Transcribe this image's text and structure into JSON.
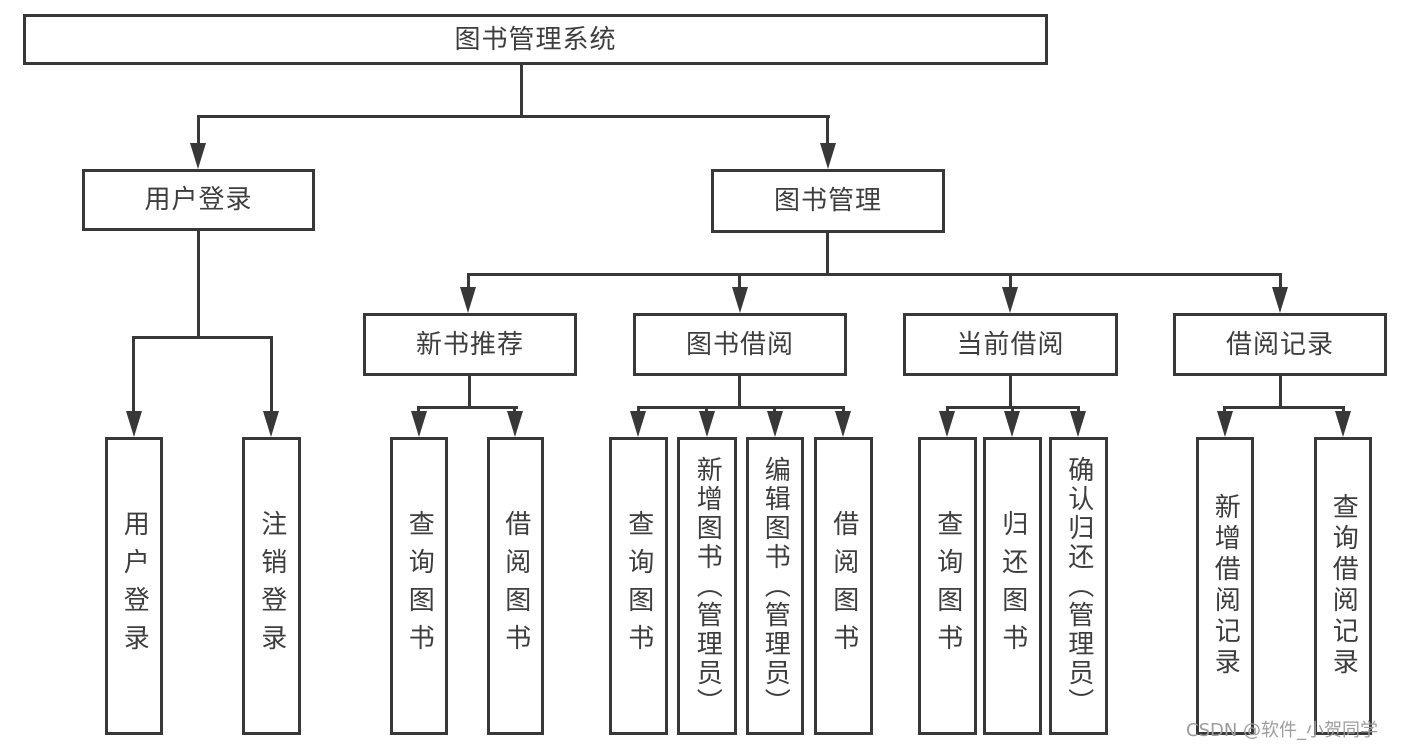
{
  "diagram": {
    "colors": {
      "line": "#383838",
      "text": "#3d3d3d",
      "watermark": "#9d9d9d",
      "background": "#ffffff"
    },
    "watermark": "CSDN @软件_小贺同学",
    "tree": {
      "label": "图书管理系统",
      "children": [
        {
          "label": "用户登录",
          "children": [
            {
              "label": "用户登录"
            },
            {
              "label": "注销登录"
            }
          ]
        },
        {
          "label": "图书管理",
          "children": [
            {
              "label": "新书推荐",
              "children": [
                {
                  "label": "查询图书"
                },
                {
                  "label": "借阅图书"
                }
              ]
            },
            {
              "label": "图书借阅",
              "children": [
                {
                  "label": "查询图书"
                },
                {
                  "label": "新增图书（管理员）"
                },
                {
                  "label": "编辑图书（管理员）"
                },
                {
                  "label": "借阅图书"
                }
              ]
            },
            {
              "label": "当前借阅",
              "children": [
                {
                  "label": "查询图书"
                },
                {
                  "label": "归还图书"
                },
                {
                  "label": "确认归还（管理员）"
                }
              ]
            },
            {
              "label": "借阅记录",
              "children": [
                {
                  "label": "新增借阅记录"
                },
                {
                  "label": "查询借阅记录"
                }
              ]
            }
          ]
        }
      ]
    }
  }
}
